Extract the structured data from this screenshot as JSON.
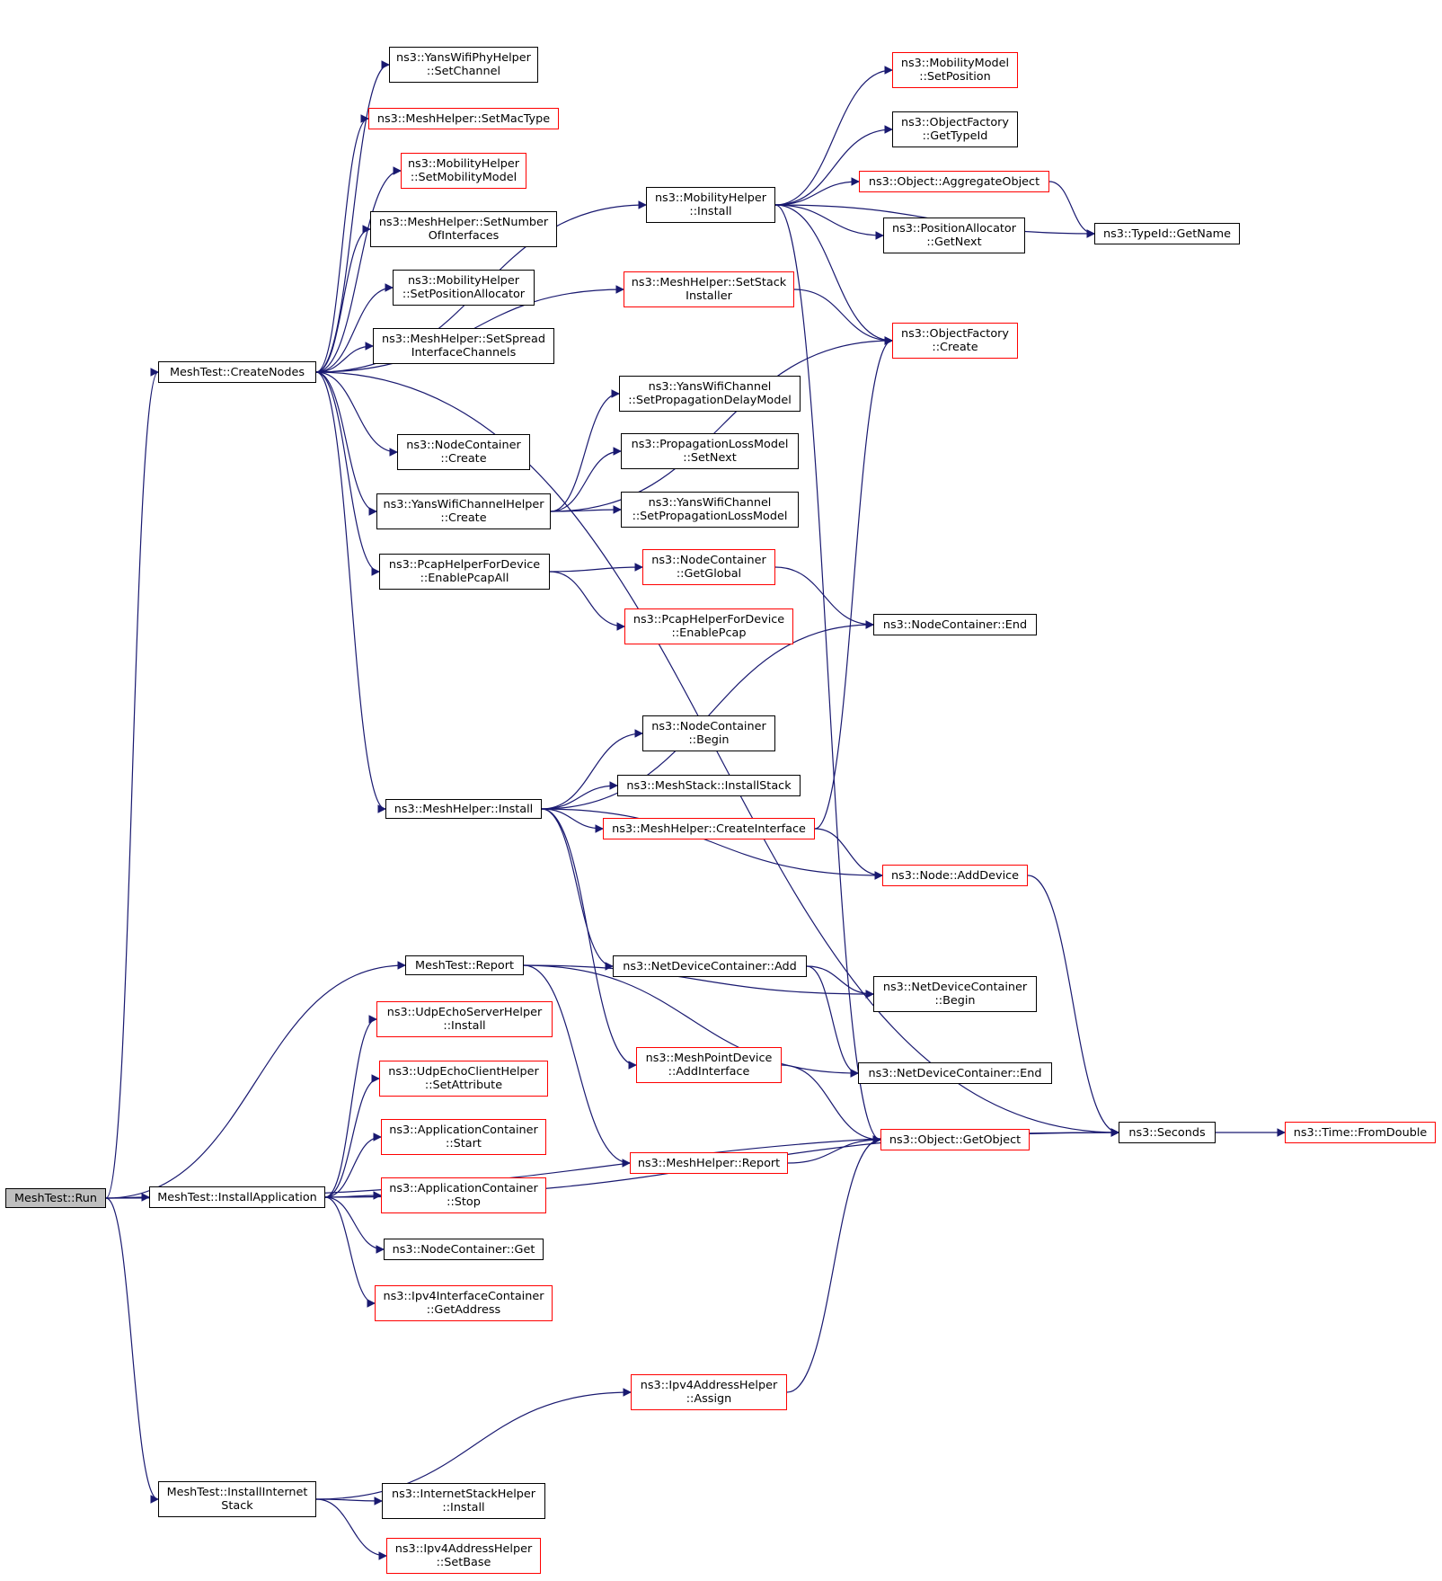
{
  "graph": {
    "colors": {
      "edge": "#191970",
      "box_border": "#000000",
      "box_border_external": "#ff0000",
      "focus_fill": "#bfbfbf",
      "background": "#ffffff"
    },
    "nodes": [
      {
        "id": "run",
        "lines": [
          "MeshTest::Run"
        ],
        "style": "focus"
      },
      {
        "id": "createnodes",
        "lines": [
          "MeshTest::CreateNodes"
        ],
        "style": "plain"
      },
      {
        "id": "installapp",
        "lines": [
          "MeshTest::InstallApplication"
        ],
        "style": "plain"
      },
      {
        "id": "installinet",
        "lines": [
          "MeshTest::InstallInternet",
          "Stack"
        ],
        "style": "plain"
      },
      {
        "id": "report",
        "lines": [
          "MeshTest::Report"
        ],
        "style": "plain"
      },
      {
        "id": "yanssetchannel",
        "lines": [
          "ns3::YansWifiPhyHelper",
          "::SetChannel"
        ],
        "style": "plain"
      },
      {
        "id": "setmactype",
        "lines": [
          "ns3::MeshHelper::SetMacType"
        ],
        "style": "red"
      },
      {
        "id": "setmobmodel",
        "lines": [
          "ns3::MobilityHelper",
          "::SetMobilityModel"
        ],
        "style": "red"
      },
      {
        "id": "setnumif",
        "lines": [
          "ns3::MeshHelper::SetNumber",
          "OfInterfaces"
        ],
        "style": "plain"
      },
      {
        "id": "setposalloc",
        "lines": [
          "ns3::MobilityHelper",
          "::SetPositionAllocator"
        ],
        "style": "plain"
      },
      {
        "id": "setspread",
        "lines": [
          "ns3::MeshHelper::SetSpread",
          "InterfaceChannels"
        ],
        "style": "plain"
      },
      {
        "id": "ncreate",
        "lines": [
          "ns3::NodeContainer",
          "::Create"
        ],
        "style": "plain"
      },
      {
        "id": "ywchcreate",
        "lines": [
          "ns3::YansWifiChannelHelper",
          "::Create"
        ],
        "style": "plain"
      },
      {
        "id": "pcapall",
        "lines": [
          "ns3::PcapHelperForDevice",
          "::EnablePcapAll"
        ],
        "style": "plain"
      },
      {
        "id": "meshinstall",
        "lines": [
          "ns3::MeshHelper::Install"
        ],
        "style": "plain"
      },
      {
        "id": "mobinstall",
        "lines": [
          "ns3::MobilityHelper",
          "::Install"
        ],
        "style": "plain"
      },
      {
        "id": "setstack",
        "lines": [
          "ns3::MeshHelper::SetStack",
          "Installer"
        ],
        "style": "red"
      },
      {
        "id": "setpropdelay",
        "lines": [
          "ns3::YansWifiChannel",
          "::SetPropagationDelayModel"
        ],
        "style": "plain"
      },
      {
        "id": "plmsetnext",
        "lines": [
          "ns3::PropagationLossModel",
          "::SetNext"
        ],
        "style": "plain"
      },
      {
        "id": "setproploss",
        "lines": [
          "ns3::YansWifiChannel",
          "::SetPropagationLossModel"
        ],
        "style": "plain"
      },
      {
        "id": "getglobal",
        "lines": [
          "ns3::NodeContainer",
          "::GetGlobal"
        ],
        "style": "red"
      },
      {
        "id": "enablepcap",
        "lines": [
          "ns3::PcapHelperForDevice",
          "::EnablePcap"
        ],
        "style": "red"
      },
      {
        "id": "ncbegin",
        "lines": [
          "ns3::NodeContainer",
          "::Begin"
        ],
        "style": "plain"
      },
      {
        "id": "installstack",
        "lines": [
          "ns3::MeshStack::InstallStack"
        ],
        "style": "plain"
      },
      {
        "id": "createif",
        "lines": [
          "ns3::MeshHelper::CreateInterface"
        ],
        "style": "red"
      },
      {
        "id": "ndcadd",
        "lines": [
          "ns3::NetDeviceContainer::Add"
        ],
        "style": "plain"
      },
      {
        "id": "mpdaddif",
        "lines": [
          "ns3::MeshPointDevice",
          "::AddInterface"
        ],
        "style": "red"
      },
      {
        "id": "meshreport",
        "lines": [
          "ns3::MeshHelper::Report"
        ],
        "style": "red"
      },
      {
        "id": "udpserver",
        "lines": [
          "ns3::UdpEchoServerHelper",
          "::Install"
        ],
        "style": "red"
      },
      {
        "id": "udpclient",
        "lines": [
          "ns3::UdpEchoClientHelper",
          "::SetAttribute"
        ],
        "style": "red"
      },
      {
        "id": "appstart",
        "lines": [
          "ns3::ApplicationContainer",
          "::Start"
        ],
        "style": "red"
      },
      {
        "id": "appstop",
        "lines": [
          "ns3::ApplicationContainer",
          "::Stop"
        ],
        "style": "red"
      },
      {
        "id": "ncget",
        "lines": [
          "ns3::NodeContainer::Get"
        ],
        "style": "plain"
      },
      {
        "id": "ipv4getaddr",
        "lines": [
          "ns3::Ipv4InterfaceContainer",
          "::GetAddress"
        ],
        "style": "red"
      },
      {
        "id": "ipv4assign",
        "lines": [
          "ns3::Ipv4AddressHelper",
          "::Assign"
        ],
        "style": "red"
      },
      {
        "id": "inetinstall",
        "lines": [
          "ns3::InternetStackHelper",
          "::Install"
        ],
        "style": "plain"
      },
      {
        "id": "ipv4setbase",
        "lines": [
          "ns3::Ipv4AddressHelper",
          "::SetBase"
        ],
        "style": "red"
      },
      {
        "id": "mobsetpos",
        "lines": [
          "ns3::MobilityModel",
          "::SetPosition"
        ],
        "style": "red"
      },
      {
        "id": "ofgettypeid",
        "lines": [
          "ns3::ObjectFactory",
          "::GetTypeId"
        ],
        "style": "plain"
      },
      {
        "id": "aggregate",
        "lines": [
          "ns3::Object::AggregateObject"
        ],
        "style": "red"
      },
      {
        "id": "posgetnext",
        "lines": [
          "ns3::PositionAllocator",
          "::GetNext"
        ],
        "style": "plain"
      },
      {
        "id": "typeidgetname",
        "lines": [
          "ns3::TypeId::GetName"
        ],
        "style": "plain"
      },
      {
        "id": "ofcreate",
        "lines": [
          "ns3::ObjectFactory",
          "::Create"
        ],
        "style": "red"
      },
      {
        "id": "ncend",
        "lines": [
          "ns3::NodeContainer::End"
        ],
        "style": "plain"
      },
      {
        "id": "nodeadddev",
        "lines": [
          "ns3::Node::AddDevice"
        ],
        "style": "red"
      },
      {
        "id": "ndcbegin",
        "lines": [
          "ns3::NetDeviceContainer",
          "::Begin"
        ],
        "style": "plain"
      },
      {
        "id": "ndcend",
        "lines": [
          "ns3::NetDeviceContainer::End"
        ],
        "style": "plain"
      },
      {
        "id": "getobject",
        "lines": [
          "ns3::Object::GetObject"
        ],
        "style": "red"
      },
      {
        "id": "seconds",
        "lines": [
          "ns3::Seconds"
        ],
        "style": "plain"
      },
      {
        "id": "fromdouble",
        "lines": [
          "ns3::Time::FromDouble"
        ],
        "style": "red"
      }
    ],
    "edges": [
      [
        "run",
        "createnodes"
      ],
      [
        "run",
        "report"
      ],
      [
        "run",
        "installapp"
      ],
      [
        "run",
        "seconds"
      ],
      [
        "run",
        "installinet"
      ],
      [
        "createnodes",
        "yanssetchannel"
      ],
      [
        "createnodes",
        "setmactype"
      ],
      [
        "createnodes",
        "setmobmodel"
      ],
      [
        "createnodes",
        "setnumif"
      ],
      [
        "createnodes",
        "setposalloc"
      ],
      [
        "createnodes",
        "setspread"
      ],
      [
        "createnodes",
        "mobinstall"
      ],
      [
        "createnodes",
        "setstack"
      ],
      [
        "createnodes",
        "ncreate"
      ],
      [
        "createnodes",
        "ywchcreate"
      ],
      [
        "createnodes",
        "pcapall"
      ],
      [
        "createnodes",
        "meshinstall"
      ],
      [
        "createnodes",
        "seconds"
      ],
      [
        "mobinstall",
        "mobsetpos"
      ],
      [
        "mobinstall",
        "ofgettypeid"
      ],
      [
        "mobinstall",
        "aggregate"
      ],
      [
        "mobinstall",
        "posgetnext"
      ],
      [
        "mobinstall",
        "typeidgetname"
      ],
      [
        "mobinstall",
        "ofcreate"
      ],
      [
        "mobinstall",
        "getobject"
      ],
      [
        "aggregate",
        "typeidgetname"
      ],
      [
        "setstack",
        "ofcreate"
      ],
      [
        "ywchcreate",
        "ofcreate"
      ],
      [
        "ywchcreate",
        "setpropdelay"
      ],
      [
        "ywchcreate",
        "plmsetnext"
      ],
      [
        "ywchcreate",
        "setproploss"
      ],
      [
        "pcapall",
        "getglobal"
      ],
      [
        "pcapall",
        "enablepcap"
      ],
      [
        "getglobal",
        "ncend"
      ],
      [
        "meshinstall",
        "ncend"
      ],
      [
        "meshinstall",
        "ncbegin"
      ],
      [
        "meshinstall",
        "installstack"
      ],
      [
        "meshinstall",
        "createif"
      ],
      [
        "meshinstall",
        "nodeadddev"
      ],
      [
        "meshinstall",
        "ndcadd"
      ],
      [
        "meshinstall",
        "mpdaddif"
      ],
      [
        "createif",
        "ofcreate"
      ],
      [
        "createif",
        "nodeadddev"
      ],
      [
        "nodeadddev",
        "seconds"
      ],
      [
        "report",
        "ndcbegin"
      ],
      [
        "report",
        "ndcend"
      ],
      [
        "report",
        "meshreport"
      ],
      [
        "ndcadd",
        "ndcbegin"
      ],
      [
        "ndcadd",
        "ndcend"
      ],
      [
        "mpdaddif",
        "getobject"
      ],
      [
        "meshreport",
        "getobject"
      ],
      [
        "installapp",
        "udpserver"
      ],
      [
        "installapp",
        "udpclient"
      ],
      [
        "installapp",
        "appstart"
      ],
      [
        "installapp",
        "appstop"
      ],
      [
        "installapp",
        "ncget"
      ],
      [
        "installapp",
        "ipv4getaddr"
      ],
      [
        "installapp",
        "seconds"
      ],
      [
        "installinet",
        "ipv4assign"
      ],
      [
        "installinet",
        "inetinstall"
      ],
      [
        "installinet",
        "ipv4setbase"
      ],
      [
        "ipv4assign",
        "getobject"
      ],
      [
        "seconds",
        "fromdouble"
      ]
    ]
  }
}
